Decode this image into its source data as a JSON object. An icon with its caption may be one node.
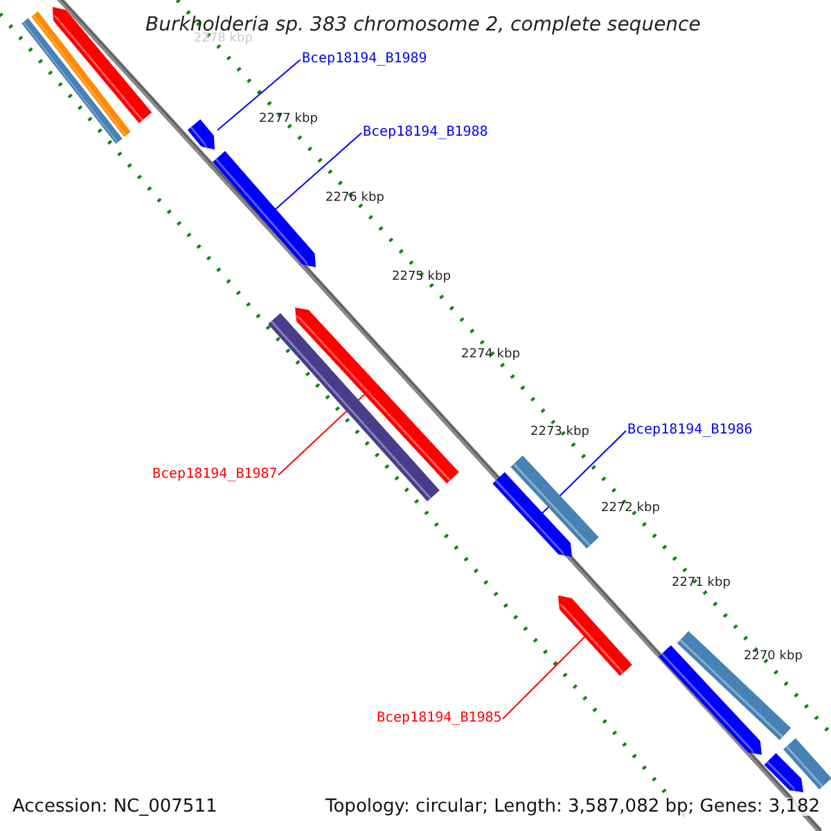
{
  "diagram": {
    "title": "Burkholderia sp. 383 chromosome 2, complete sequence",
    "nodes": [
      {
        "text": [],
        "shape": "bar"
      },
      {
        "text": [],
        "shape": "bar"
      },
      {
        "text": [],
        "shape": "bar"
      },
      {
        "text": [
          "Bcep18194_B1989"
        ]
      },
      {
        "text": [],
        "shape": "bar"
      },
      {
        "text": [
          "Bcep18194_B1988"
        ]
      },
      {
        "text": [],
        "shape": "bar"
      },
      {
        "text": [],
        "shape": "bar"
      },
      {
        "text": [],
        "shape": "bar"
      },
      {
        "text": [
          "Bcep18194_B1986"
        ]
      },
      {
        "text": [],
        "shape": "bar"
      },
      {
        "text": [
          "Bcep18194_B1987"
        ]
      },
      {
        "text": [],
        "shape": "bar"
      },
      {
        "text": [],
        "shape": "bar"
      },
      {
        "text": [],
        "shape": "bar"
      },
      {
        "text": [],
        "shape": "bar"
      },
      {
        "text": [
          "Bcep18194_B1985"
        ]
      },
      {
        "text": [],
        "shape": "bar"
      },
      {
        "text": [],
        "shape": "bar"
      }
    ],
    "edges": [
      {
        "from": 3,
        "to": 4,
        "arrow": "none"
      },
      {
        "from": 5,
        "to": 6,
        "arrow": "none"
      },
      {
        "from": 11,
        "to": 7,
        "arrow": "none",
        "color": "#ff0000"
      },
      {
        "from": 9,
        "to": 12,
        "arrow": "none"
      },
      {
        "from": 16,
        "to": 13,
        "arrow": "none",
        "color": "#ff0000"
      }
    ],
    "labels": [
      "2278 kbp",
      "2277 kbp",
      "2276 kbp",
      "2275 kbp",
      "2274 kbp",
      "2273 kbp",
      "2272 kbp",
      "2271 kbp",
      "2270 kbp",
      "Accession: NC_007511",
      "Topology: circular; Length: 3,587,082 bp; Genes: 3,182"
    ]
  }
}
